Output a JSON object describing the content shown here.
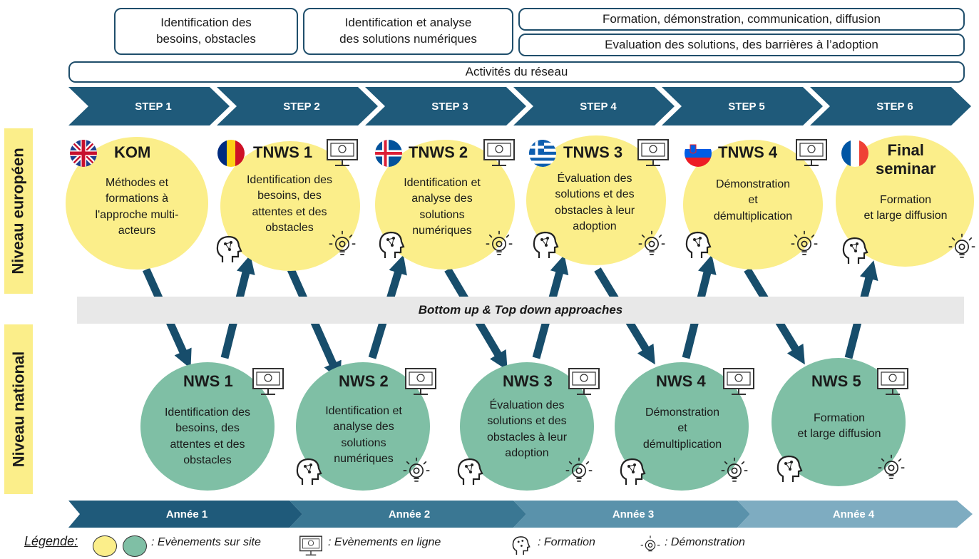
{
  "top_boxes": {
    "needs": "Identification des\nbesoins, obstacles",
    "solutions": "Identification et analyse\ndes solutions numériques",
    "training": "Formation, démonstration, communication, diffusion",
    "evaluation": "Evaluation des solutions, des barrières à l’adoption",
    "network": "Activités du réseau"
  },
  "steps": [
    "STEP 1",
    "STEP 2",
    "STEP 3",
    "STEP 4",
    "STEP 5",
    "STEP 6"
  ],
  "levels": {
    "european": "Niveau européen",
    "national": "Niveau national"
  },
  "banner": "Bottom up & Top down approaches",
  "european_events": [
    {
      "title": "KOM",
      "desc": "Méthodes et\nformations à\nl'approche multi-\nacteurs",
      "flag": "uk-flag-icon"
    },
    {
      "title": "TNWS 1",
      "desc": "Identification des\nbesoins, des\nattentes et des\nobstacles",
      "flag": "romania-flag-icon"
    },
    {
      "title": "TNWS 2",
      "desc": "Identification et\nanalyse des\nsolutions\nnumériques",
      "flag": "iceland-flag-icon"
    },
    {
      "title": "TNWS 3",
      "desc": "Évaluation des\nsolutions et des\nobstacles à leur\nadoption",
      "flag": "greece-flag-icon"
    },
    {
      "title": "TNWS 4",
      "desc": "Démonstration\net\ndémultiplication",
      "flag": "slovenia-flag-icon"
    },
    {
      "title": "Final\nseminar",
      "desc": "Formation\net large diffusion",
      "flag": "france-flag-icon"
    }
  ],
  "national_events": [
    {
      "title": "NWS 1",
      "desc": "Identification des\nbesoins, des\nattentes et des\nobstacles"
    },
    {
      "title": "NWS 2",
      "desc": "Identification et\nanalyse des\nsolutions\nnumériques"
    },
    {
      "title": "NWS 3",
      "desc": "Évaluation des\nsolutions et des\nobstacles à leur\nadoption"
    },
    {
      "title": "NWS 4",
      "desc": "Démonstration\net\ndémultiplication"
    },
    {
      "title": "NWS 5",
      "desc": "Formation\net large diffusion"
    }
  ],
  "years": [
    "Année 1",
    "Année 2",
    "Année 3",
    "Année 4"
  ],
  "legend": {
    "title": "Légende:",
    "onsite": ": Evènements sur site",
    "online": ": Evènements en ligne",
    "training": ": Formation",
    "demo": ": Démonstration"
  },
  "colors": {
    "step_blue": "#1f5a7a",
    "yellow": "#fbee8a",
    "green": "#7fbfa5",
    "arrow": "#174d6b"
  }
}
